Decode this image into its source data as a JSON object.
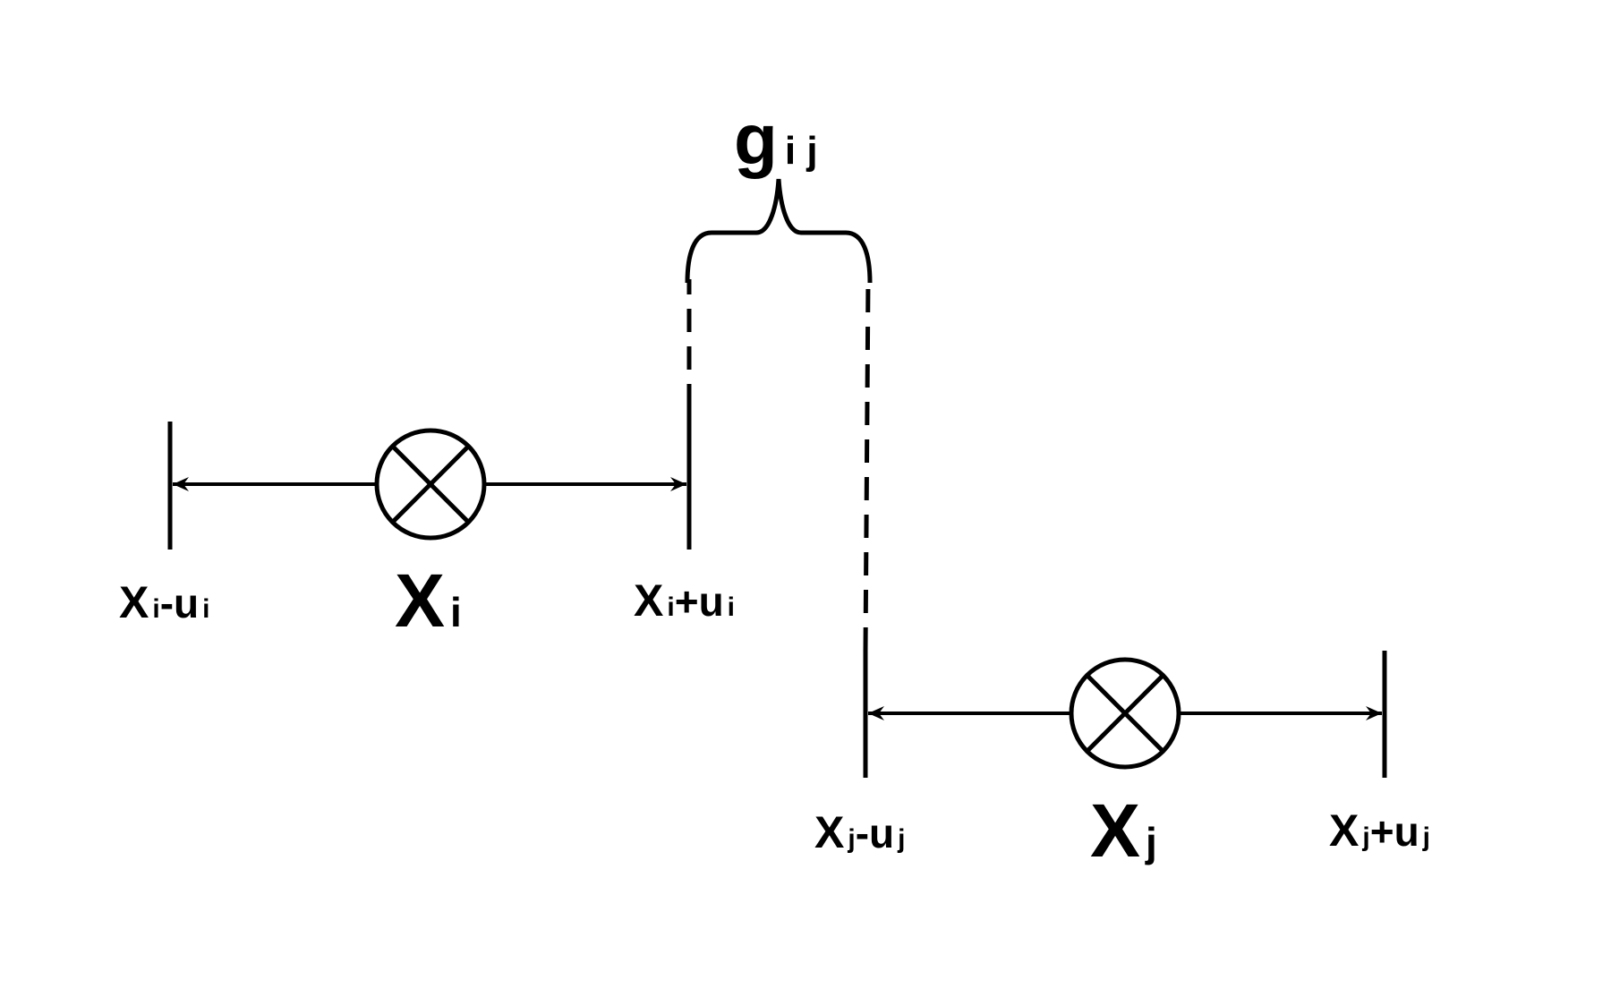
{
  "colors": {
    "stroke": "#000000",
    "background": "#ffffff"
  },
  "gap_label": {
    "main": "g",
    "sub": "i j"
  },
  "element_i": {
    "center_main": "X",
    "center_sub": "i",
    "left_main": "X",
    "left_sub1": "i",
    "left_op": "-u",
    "left_sub2": "i",
    "right_main": "X",
    "right_sub1": "i",
    "right_op": "+u",
    "right_sub2": "i",
    "icon": "circled-x-icon"
  },
  "element_j": {
    "center_main": "X",
    "center_sub": "j",
    "left_main": "X",
    "left_sub1": "j",
    "left_op": "-u",
    "left_sub2": "j",
    "right_main": "X",
    "right_sub1": "j",
    "right_op": "+u",
    "right_sub2": "j",
    "icon": "circled-x-icon"
  }
}
